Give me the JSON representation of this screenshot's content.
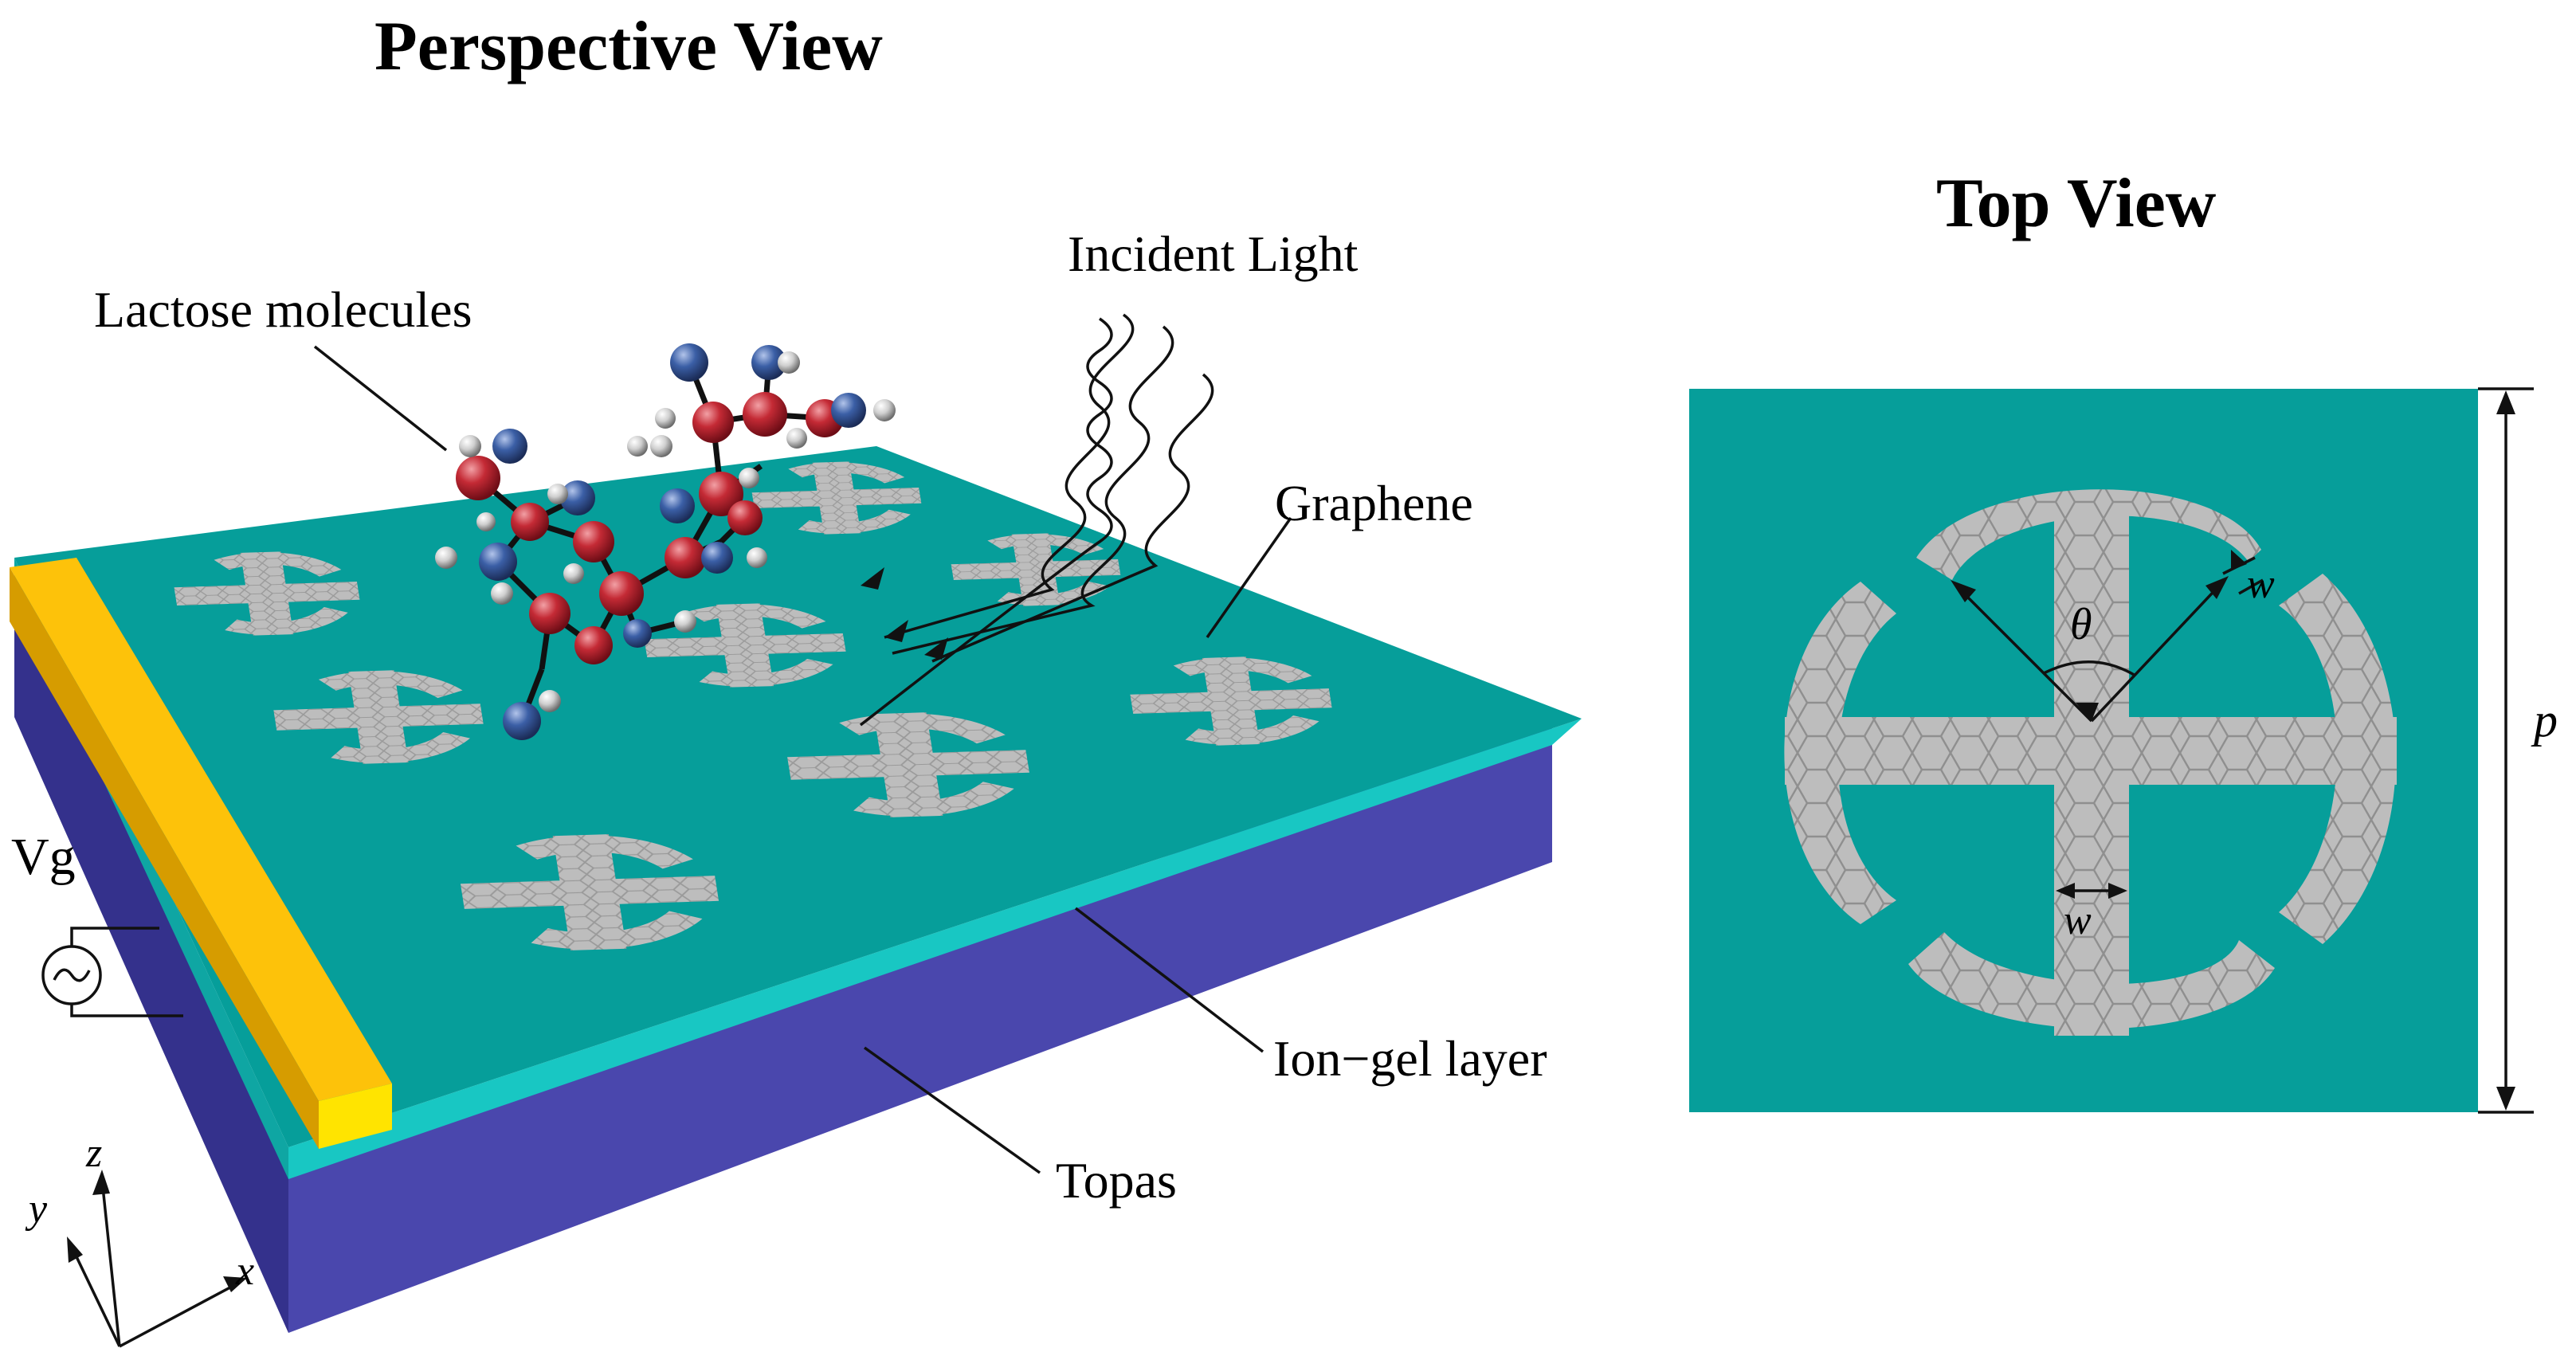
{
  "titles": {
    "perspective": "Perspective View",
    "top": "Top View"
  },
  "labels": {
    "lactose": "Lactose molecules",
    "incident": "Incident Light",
    "graphene": "Graphene",
    "iongel": "Ion−gel layer",
    "topas": "Topas",
    "vg": "Vg",
    "axis_x": "x",
    "axis_y": "y",
    "axis_z": "z",
    "period": "p",
    "angle": "θ",
    "width_arm": "w",
    "width_ring": "w"
  },
  "colors": {
    "ion_gel_surface": "#069e9a",
    "ion_gel_side": "#18c7c3",
    "topas": "#4a47ad",
    "gold_top": "#fdc20a",
    "gold_front": "#ffe400",
    "graphene": "#b9b9b9",
    "molecule_red": "#c42a35",
    "molecule_blue": "#3b5fa6",
    "molecule_white": "#d6d6d6"
  },
  "icons": {
    "voltage_source": "ac-source-icon"
  }
}
